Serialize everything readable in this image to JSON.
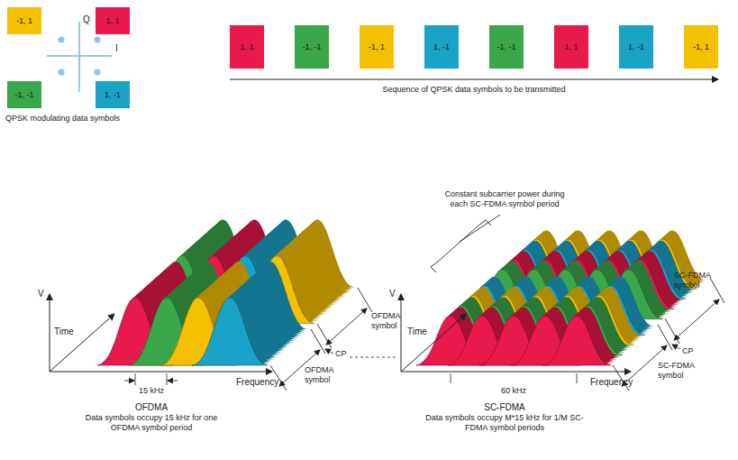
{
  "diagram": {
    "nodes": [
      {
        "text": [
          "-1, 1"
        ]
      },
      {
        "text": [
          "1, 1"
        ]
      },
      {
        "text": [
          "-1, -1"
        ]
      },
      {
        "text": [
          "1, -1"
        ]
      },
      {
        "text": [
          "1, 1"
        ]
      },
      {
        "text": [
          "-1, -1"
        ]
      },
      {
        "text": [
          "-1, 1"
        ]
      },
      {
        "text": [
          "1, -1"
        ]
      },
      {
        "text": [
          "-1, -1"
        ]
      },
      {
        "text": [
          "1, 1"
        ]
      },
      {
        "text": [
          "1, -1"
        ]
      },
      {
        "text": [
          "-1, 1"
        ]
      }
    ],
    "labels": [
      "Q",
      "I",
      "QPSK modulating data symbols",
      "Sequence of QPSK data symbols to be transmitted",
      "V",
      "Time",
      "Frequency",
      "15 kHz",
      "OFDMA",
      "Data symbols occupy 15 kHz for one OFDMA symbol period",
      "OFDMA symbol",
      "CP",
      "OFDMA symbol",
      "Constant subcarrier power during each SC-FDMA symbol period",
      "SC-FDMA symbol",
      "CP",
      "SC-FDMA symbol",
      "V",
      "Time",
      "Frequency",
      "60 kHz",
      "SC-FDMA",
      "Data symbols occupy M*15 kHz for 1/M SC-FDMA symbol periods"
    ]
  }
}
